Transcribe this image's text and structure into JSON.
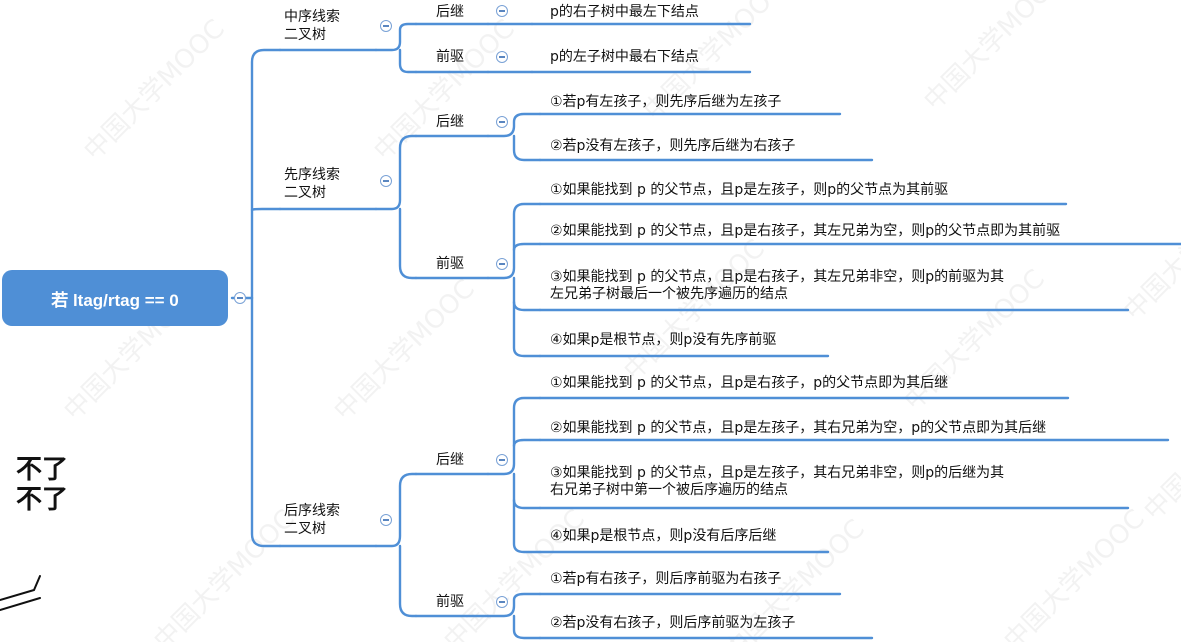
{
  "root_label": "若 ltag/rtag == 0",
  "watermark": "中国大学MOOC",
  "handwriting": "不了\n不了",
  "inorder": {
    "label": "中序线索\n二叉树",
    "succ_label": "后继",
    "succ_text": "p的右子树中最左下结点",
    "pred_label": "前驱",
    "pred_text": "p的左子树中最右下结点"
  },
  "preorder": {
    "label": "先序线索\n二叉树",
    "succ_label": "后继",
    "succ_items": [
      "①若p有左孩子，则先序后继为左孩子",
      "②若p没有左孩子，则先序后继为右孩子"
    ],
    "pred_label": "前驱",
    "pred_items": [
      "①如果能找到 p 的父节点，且p是左孩子，则p的父节点为其前驱",
      "②如果能找到 p 的父节点，且p是右孩子，其左兄弟为空，则p的父节点即为其前驱",
      "③如果能找到 p 的父节点，且p是右孩子，其左兄弟非空，则p的前驱为其\n左兄弟子树最后一个被先序遍历的结点",
      "④如果p是根节点，则p没有先序前驱"
    ]
  },
  "postorder": {
    "label": "后序线索\n二叉树",
    "succ_label": "后继",
    "succ_items": [
      "①如果能找到 p 的父节点，且p是右孩子，p的父节点即为其后继",
      "②如果能找到 p 的父节点，且p是左孩子，其右兄弟为空，p的父节点即为其后继",
      "③如果能找到 p 的父节点，且p是左孩子，其右兄弟非空，则p的后继为其\n右兄弟子树中第一个被后序遍历的结点",
      "④如果p是根节点，则p没有后序后继"
    ],
    "pred_label": "前驱",
    "pred_items": [
      "①若p有右孩子，则后序前驱为右孩子",
      "②若p没有右孩子，则后序前驱为左孩子"
    ]
  },
  "colors": {
    "root_fill": "#4f8fd6",
    "connector": "#4f8fd6",
    "collapse_stroke": "#7aa2d6"
  }
}
